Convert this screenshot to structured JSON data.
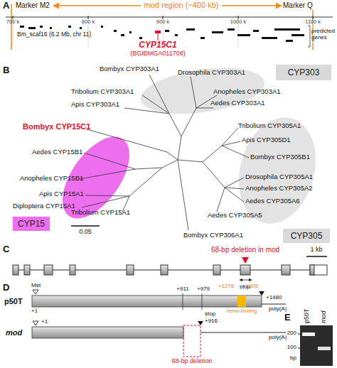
{
  "diagram": {
    "nodes": [
      {
        "text": [
          "CYP303"
        ]
      },
      {
        "text": [
          "CYP15"
        ]
      },
      {
        "text": [
          "CYP305"
        ]
      }
    ],
    "labels": [
      "A",
      "Marker M2",
      "mod region (~400 kb)",
      "Marker Q",
      "700 k",
      "800 k",
      "900 k",
      "1000 k",
      "1100 k",
      "Bm_scaf16 (6.2 Mb, chr 11)",
      "CYP15C1",
      "(BGIBMGA011708)",
      "predicted genes",
      "B",
      "Bombyx CYP303A1",
      "Drosophila CYP303A1",
      "Tribolium CYP303A1",
      "Anopheles CYP303A1",
      "Apis CYP303A1",
      "Aedes CYP303A1",
      "Bombyx CYP15C1",
      "Tribolium CYP305A1",
      "Apis CYP305D1",
      "Bombyx CYP305B1",
      "Drosophila CYP305A1",
      "Anopheles CYP305A2",
      "Aedes CYP305A6",
      "Aedes CYP305A5",
      "Aedes CYP15B1",
      "Anopheles CYP15B1",
      "Apis CYP15A1",
      "Diploptera CYP15A1",
      "Tribolium CYP15A1",
      "0.05",
      "Bombyx CYP306A1",
      "C",
      "68-bp deletion in mod",
      "1 kb",
      "D",
      "Met",
      "p50T",
      "+1",
      "+911",
      "+979",
      "+1278",
      "+1305",
      "heme-binding",
      "stop",
      "+1480",
      "poly(A)",
      "mod",
      "+1",
      "stop",
      "+916",
      "poly(A)",
      "68-bp deletion",
      "E",
      "p50T",
      "mod",
      "200",
      "100",
      "bp"
    ]
  }
}
